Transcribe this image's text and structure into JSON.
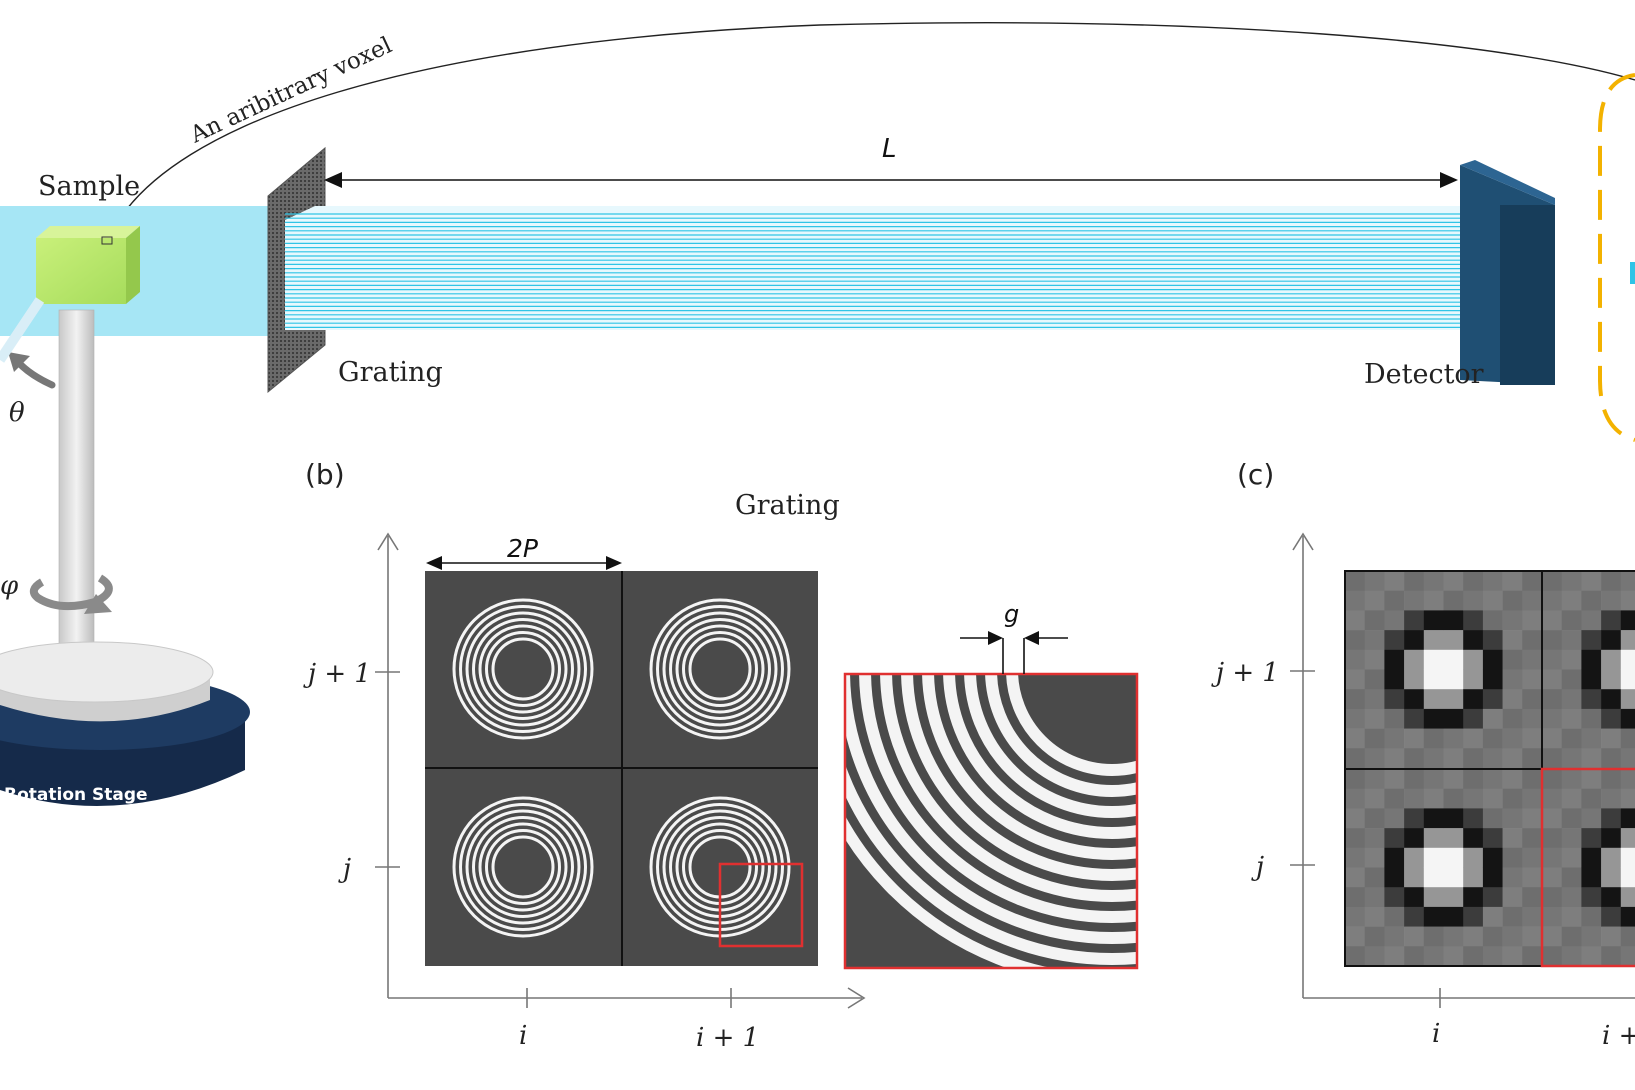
{
  "labels": {
    "voxel_callout": "An aribitrary voxel",
    "sample": "Sample",
    "length": "L",
    "grating": "Grating",
    "detector": "Detector",
    "theta": "θ",
    "phi": "φ",
    "rotation_stage": "Rotation Stage"
  },
  "panel_b": {
    "tag": "(b)",
    "title": "Grating",
    "period_label": "2P",
    "gap_label": "g",
    "y_ticks": [
      "j + 1",
      "j"
    ],
    "x_ticks": [
      "i",
      "i + 1"
    ]
  },
  "panel_c": {
    "tag": "(c)",
    "y_ticks": [
      "j + 1",
      "j"
    ],
    "x_ticks": [
      "i",
      "i +"
    ]
  },
  "colors": {
    "beam": "#a6e6f5",
    "beam_lines": "#2fc4e6",
    "sample_cube": "#b7e86a",
    "detector": "#1f4f73",
    "stage": "#152a4a",
    "grating_bg": "#4a4a4a",
    "zoom_box": "#e03030",
    "highlight_dash": "#f3b200"
  }
}
